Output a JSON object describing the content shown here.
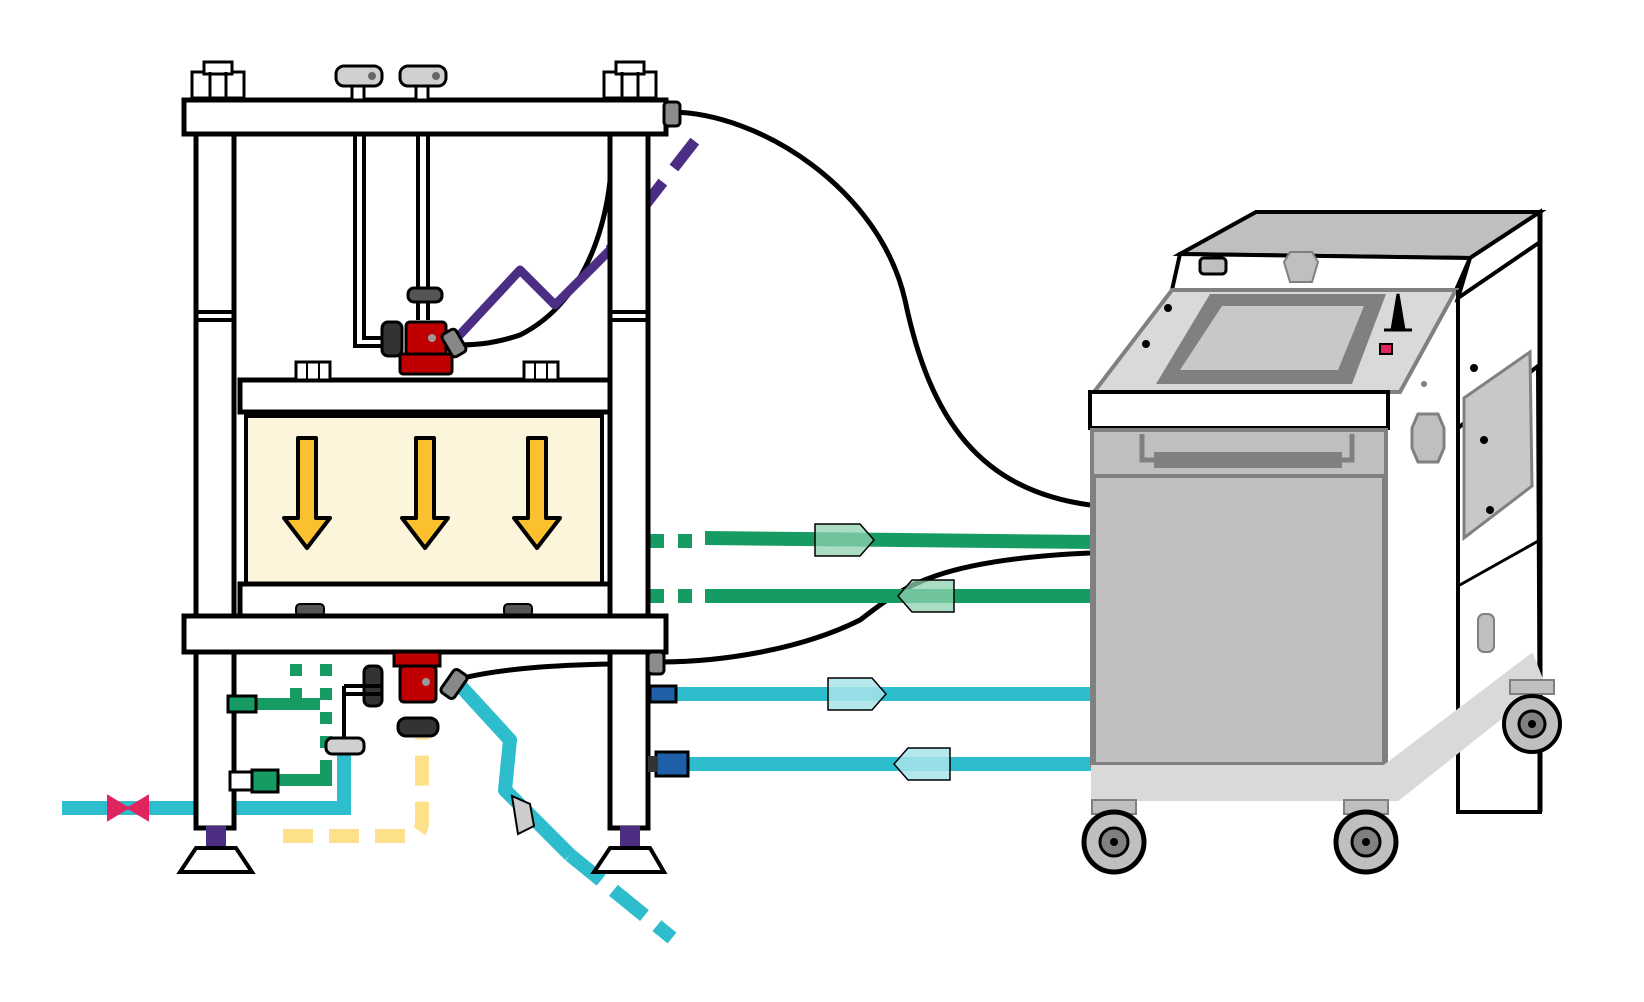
{
  "diagram": {
    "colors": {
      "outline": "#000000",
      "frame_fill": "#ffffff",
      "chamber_fill": "#fdf4dc",
      "arrow_fill": "#fbc02d",
      "valve_red": "#c00000",
      "purple_line": "#4b2e83",
      "green_line": "#169b62",
      "cyan_line": "#2dbdcc",
      "yellow_line": "#ffe08a",
      "pink_valve": "#e0245e",
      "blue_fitting": "#1f5fa8",
      "unit_light": "#d9d9d9",
      "unit_mid": "#bfbfbf",
      "unit_dark": "#808080",
      "screen": "#c8c8c8"
    },
    "components": [
      "press-frame",
      "mold-chamber",
      "top-injection-valve",
      "bottom-outlet-valve",
      "temperature-control-unit",
      "heating-cable",
      "vacuum-line",
      "coolant-supply-lines",
      "coolant-return-lines",
      "resin-feed-line",
      "drain-line"
    ],
    "flow_directions": {
      "green_upper": "right",
      "green_lower": "left",
      "cyan_upper": "right",
      "cyan_lower": "left",
      "chamber_arrows": "down"
    }
  }
}
